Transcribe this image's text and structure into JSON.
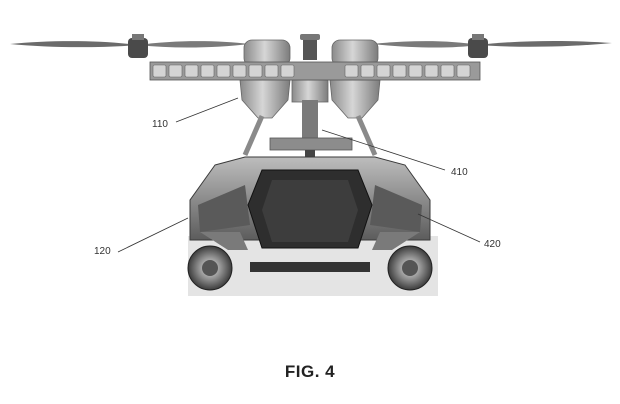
{
  "figure": {
    "caption": "FIG. 4",
    "labels": {
      "ref_110": "110",
      "ref_410": "410",
      "ref_120": "120",
      "ref_420": "420"
    }
  },
  "colors": {
    "frame": "#8e8e8e",
    "frame_dark": "#5a5a5a",
    "frame_light": "#c9c9c9",
    "glass": "#3a3a3a",
    "body_dark": "#2b2b2b"
  }
}
